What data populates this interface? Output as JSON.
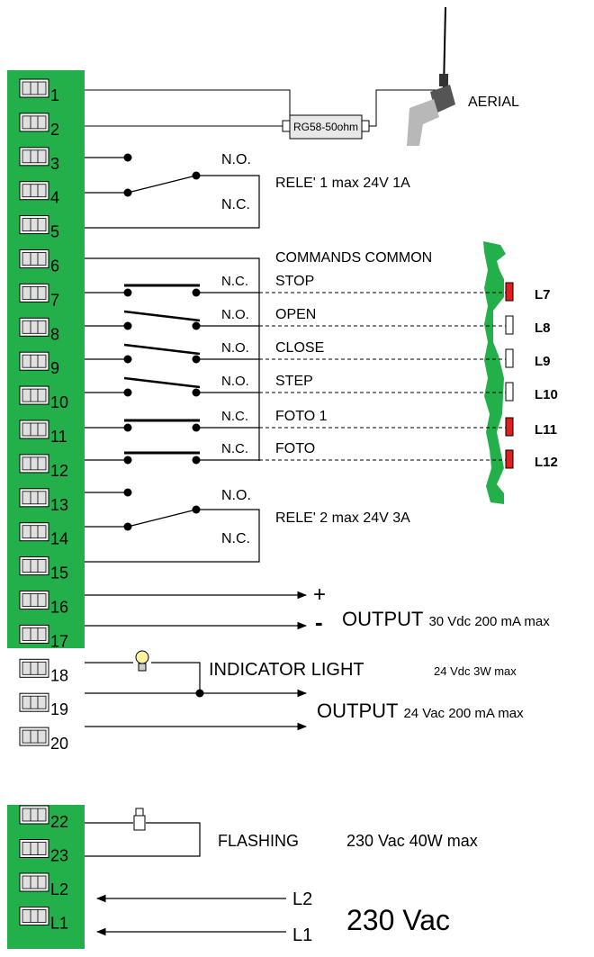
{
  "terminals_top": [
    "1",
    "2",
    "3",
    "4",
    "5",
    "6",
    "7",
    "8",
    "9",
    "10",
    "11",
    "12",
    "13",
    "14",
    "15",
    "16",
    "17",
    "18",
    "19",
    "20"
  ],
  "terminals_bottom": [
    "22",
    "23",
    "L2",
    "L1"
  ],
  "aerial": {
    "label": "AERIAL",
    "cable": "RG58-50ohm"
  },
  "relay1": {
    "no": "N.O.",
    "nc": "N.C.",
    "label": "RELE' 1  max 24V 1A"
  },
  "relay2": {
    "no": "N.O.",
    "nc": "N.C.",
    "label": "RELE' 2 max 24V 3A"
  },
  "commands_common": "COMMANDS COMMON",
  "inputs": [
    {
      "contact": "N.C.",
      "name": "STOP",
      "led": "L7",
      "led_color": "#e02020"
    },
    {
      "contact": "N.O.",
      "name": "OPEN",
      "led": "L8",
      "led_color": "#ffffff"
    },
    {
      "contact": "N.O.",
      "name": "CLOSE",
      "led": "L9",
      "led_color": "#ffffff"
    },
    {
      "contact": "N.O.",
      "name": "STEP",
      "led": "L10",
      "led_color": "#ffffff"
    },
    {
      "contact": "N.C.",
      "name": "FOTO 1",
      "led": "L11",
      "led_color": "#e02020"
    },
    {
      "contact": "N.C.",
      "name": "FOTO",
      "led": "L12",
      "led_color": "#e02020"
    }
  ],
  "output_dc": {
    "plus": "+",
    "minus": "-",
    "title": "OUTPUT",
    "spec": "30 Vdc 200 mA max"
  },
  "indicator": {
    "label": "INDICATOR LIGHT",
    "spec": "24 Vdc 3W max"
  },
  "output_ac": {
    "title": "OUTPUT",
    "spec": "24 Vac 200 mA max"
  },
  "flashing": {
    "label": "FLASHING",
    "spec": "230 Vac 40W max"
  },
  "mains": {
    "l2": "L2",
    "l1": "L1",
    "label": "230 Vac"
  },
  "colors": {
    "board": "#23b04a",
    "line": "#000000",
    "led_red": "#e02020"
  }
}
